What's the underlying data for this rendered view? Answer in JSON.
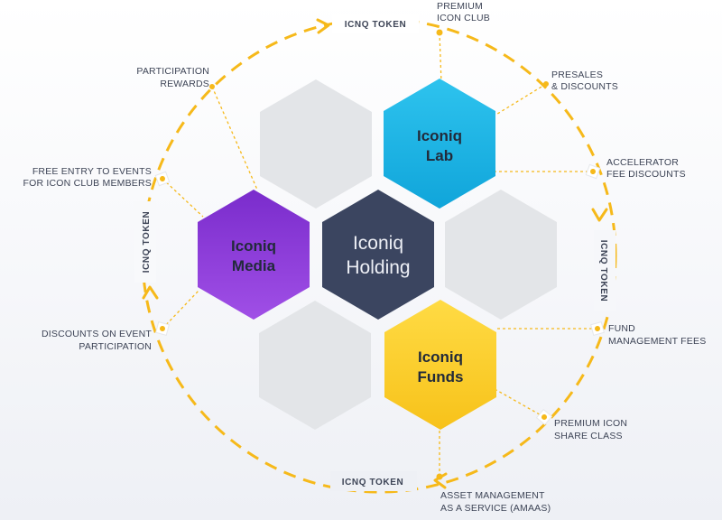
{
  "hexes": {
    "lab": {
      "line1": "Iconiq",
      "line2": "Lab",
      "color": "#1fb7e6"
    },
    "media": {
      "line1": "Iconiq",
      "line2": "Media",
      "color": "#8a35d6"
    },
    "holding": {
      "line1": "Iconiq",
      "line2": "Holding",
      "color": "#3b4560"
    },
    "funds": {
      "line1": "Iconiq",
      "line2": "Funds",
      "color": "#fcd02e"
    },
    "empty_color": "#e3e5e8"
  },
  "ring": {
    "color": "#f6b91a"
  },
  "tokens": {
    "top": "ICNQ TOKEN",
    "bottom": "ICNQ TOKEN",
    "left": "ICNQ TOKEN",
    "right": "ICNQ TOKEN"
  },
  "labels": {
    "premium_icon_club": {
      "l1": "PREMIUM",
      "l2": "ICON CLUB"
    },
    "presales": {
      "l1": "PRESALES",
      "l2": "& DISCOUNTS"
    },
    "accelerator": {
      "l1": "ACCELERATOR",
      "l2": "FEE DISCOUNTS"
    },
    "fund_mgmt": {
      "l1": "FUND",
      "l2": "MANAGEMENT FEES"
    },
    "premium_share": {
      "l1": "PREMIUM ICON",
      "l2": "SHARE CLASS"
    },
    "amaas": {
      "l1": "ASSET MANAGEMENT",
      "l2": "AS A SERVICE (AMAAS)"
    },
    "discounts_event": {
      "l1": "DISCOUNTS ON EVENT",
      "l2": "PARTICIPATION"
    },
    "free_entry": {
      "l1": "FREE ENTRY TO EVENTS",
      "l2": "FOR ICON CLUB MEMBERS"
    },
    "participation": {
      "l1": "PARTICIPATION",
      "l2": "REWARDS"
    }
  }
}
